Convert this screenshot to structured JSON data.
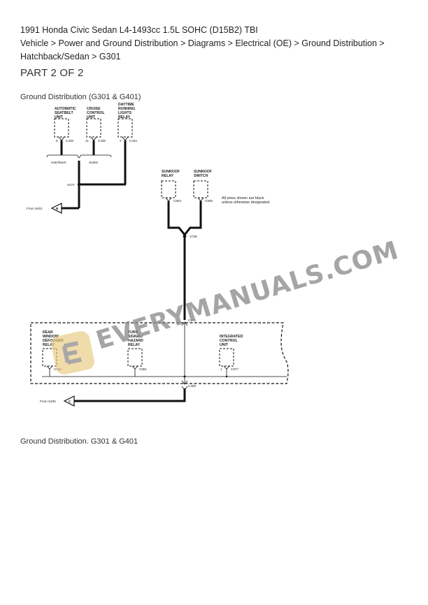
{
  "header": {
    "vehicle_title": "1991 Honda Civic Sedan L4-1493cc 1.5L SOHC (D15B2) TBI",
    "breadcrumb_line1": "Vehicle > Power and Ground Distribution > Diagrams > Electrical (OE) > Ground Distribution >",
    "breadcrumb_line2": "Hatchback/Sedan > G301",
    "part_label": "PART 2 OF 2"
  },
  "figure": {
    "title": "Ground Distribution (G301 & G401)",
    "caption": "Ground Distribution. G301 & G401",
    "note_line1": "All wires shown are black",
    "note_line2": "unless otherwise designated.",
    "components_top": [
      {
        "name_lines": [
          "AUTOMATIC",
          "SEATBELT",
          "UNIT"
        ],
        "pin": "9",
        "connector": "C428"
      },
      {
        "name_lines": [
          "CRUISE",
          "CONTROL",
          "UNIT"
        ],
        "pin": "11",
        "connector": "C436"
      },
      {
        "name_lines": [
          "DAYTIME",
          "RUNNING",
          "LIGHTS",
          "RELAY"
        ],
        "pin": "2",
        "connector": "C434"
      }
    ],
    "branch_labels": {
      "left": "Hatchback",
      "right": "Sedan"
    },
    "splices": {
      "s474": "S474",
      "s739": "S739"
    },
    "from_b": {
      "label": "From S401",
      "letter": "B"
    },
    "components_sunroof": [
      {
        "name_lines": [
          "SUNROOF",
          "RELAY"
        ],
        "connector": "C804"
      },
      {
        "name_lines": [
          "SUNROOF",
          "SWITCH"
        ],
        "connector": "C805"
      }
    ],
    "connector_top": "C976",
    "connector_bottom": "C409",
    "components_bottom": [
      {
        "name_lines": [
          "REAR",
          "WINDOW",
          "DEFOGGER",
          "RELAY"
        ],
        "connector": "C902"
      },
      {
        "name_lines": [
          "TURN",
          "SIGNAL/",
          "HAZARD",
          "RELAY"
        ],
        "connector": "C881"
      },
      {
        "name_lines": [
          "INTEGRATED",
          "CONTROL",
          "UNIT"
        ],
        "pin": "1",
        "connector": "C977"
      }
    ],
    "from_c": {
      "label": "From S405",
      "letter": "C"
    }
  },
  "watermark": {
    "text": "EVERYMANUALS.COM",
    "logo_letter": "E",
    "logo_color": "#e8c77a",
    "text_color": "#8a8a8a"
  }
}
